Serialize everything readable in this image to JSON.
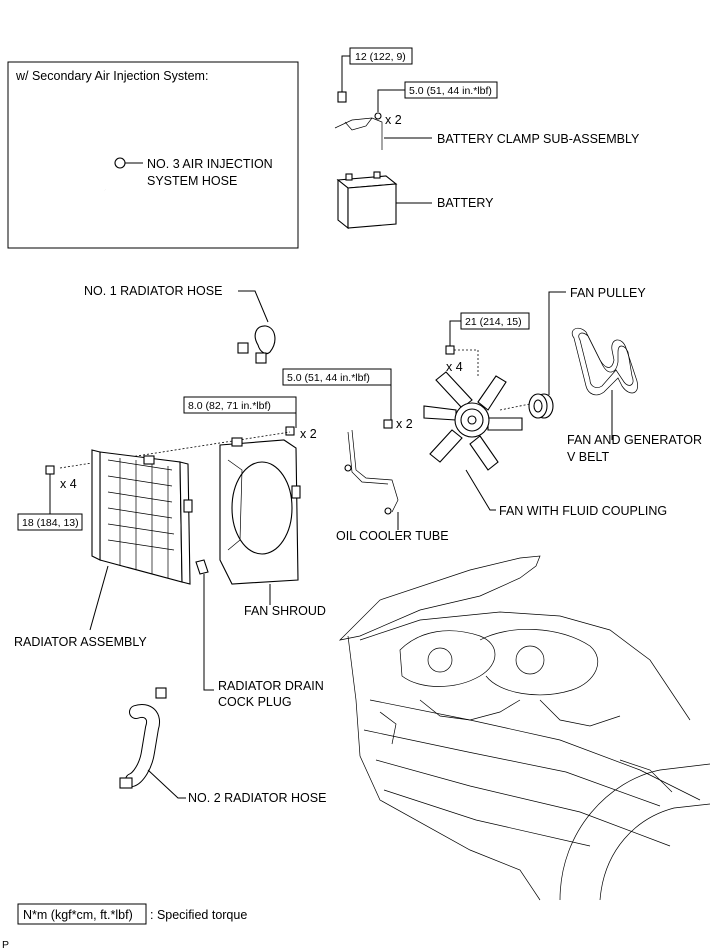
{
  "inset": {
    "title": "w/ Secondary Air Injection System:",
    "hose_label_line1": "NO. 3 AIR INJECTION",
    "hose_label_line2": "SYSTEM HOSE"
  },
  "torque_specs": {
    "battery_bolt": "12 (122, 9)",
    "battery_clamp_nut": "5.0 (51, 44 in.*lbf)",
    "fan_nut": "21 (214, 15)",
    "oil_cooler_bolt": "5.0 (51, 44 in.*lbf)",
    "shroud_bolt": "8.0 (82, 71 in.*lbf)",
    "radiator_bolt": "18 (184, 13)"
  },
  "quantities": {
    "battery_clamp": "x 2",
    "fan_nut": "x 4",
    "oil_cooler": "x 2",
    "shroud": "x 2",
    "radiator": "x 4"
  },
  "parts": {
    "battery_clamp": "BATTERY CLAMP SUB-ASSEMBLY",
    "battery": "BATTERY",
    "no1_hose": "NO. 1 RADIATOR HOSE",
    "fan_pulley": "FAN PULLEY",
    "belt_line1": "FAN AND GENERATOR",
    "belt_line2": "V BELT",
    "fan": "FAN WITH FLUID COUPLING",
    "oil_cooler": "OIL COOLER TUBE",
    "fan_shroud": "FAN SHROUD",
    "radiator": "RADIATOR ASSEMBLY",
    "drain_line1": "RADIATOR DRAIN",
    "drain_line2": "COCK PLUG",
    "no2_hose": "NO. 2 RADIATOR HOSE"
  },
  "legend": {
    "box_text": "N*m (kgf*cm, ft.*lbf)",
    "description": ": Specified torque"
  },
  "corner_mark": "P"
}
